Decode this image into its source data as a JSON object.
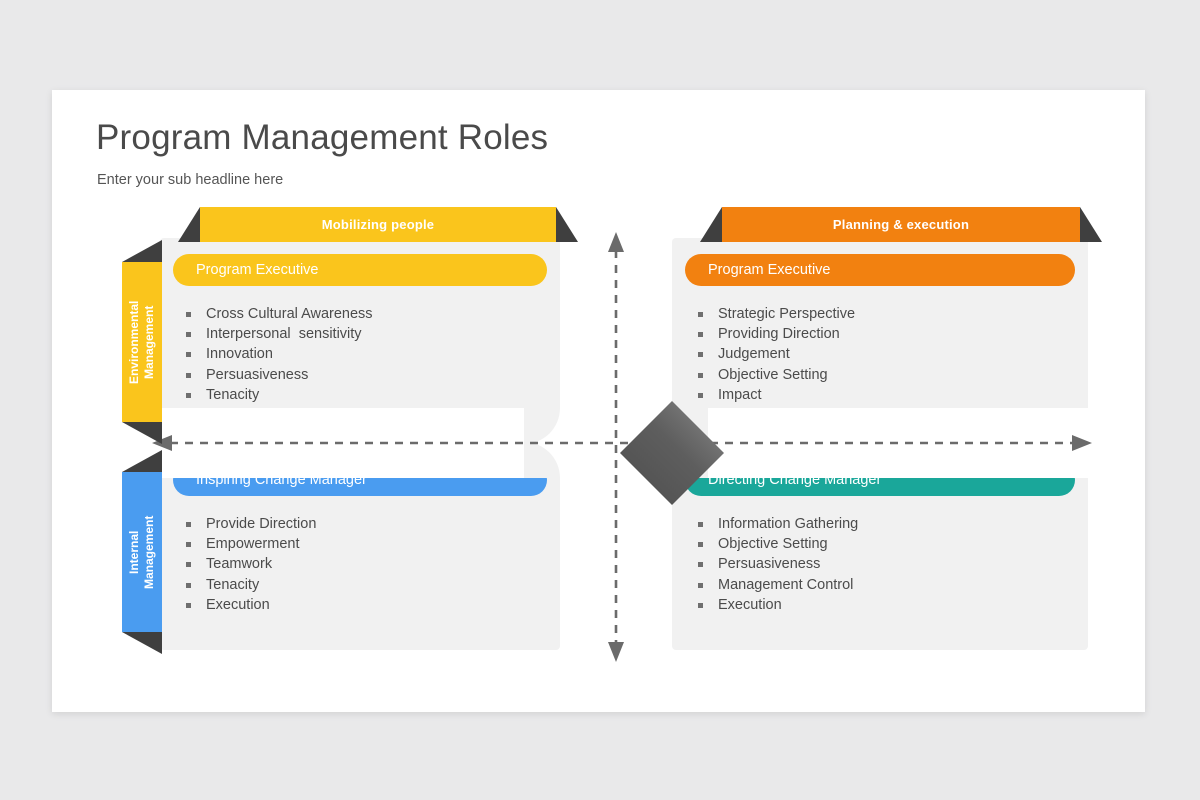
{
  "slide": {
    "title": "Program Management Roles",
    "subtitle": "Enter your sub headline here"
  },
  "colors": {
    "yellow": "#fac51c",
    "orange": "#f28110",
    "blue": "#4a9cf0",
    "teal": "#1aa79a",
    "panel": "#f1f1f1",
    "diamond_dark": "#4a4a4a",
    "diamond_light": "#7d7d7d",
    "ribbon_tail": "#3f3f3f",
    "text": "#4b4b4b",
    "background": "#e9e9ea"
  },
  "column_banners": [
    {
      "label": "Mobilizing people",
      "color": "#fac51c"
    },
    {
      "label": "Planning & execution",
      "color": "#f28110"
    }
  ],
  "row_labels": [
    {
      "line1": "Environmental",
      "line2": "Management",
      "label": "Environmental\nManagement",
      "color": "#fac51c"
    },
    {
      "line1": "Internal",
      "line2": "Management",
      "label": "Internal\nManagement",
      "color": "#4a9cf0"
    }
  ],
  "quadrants": {
    "top_left": {
      "role": "Program Executive",
      "color": "#fac51c",
      "items": [
        "Cross Cultural Awareness",
        "Interpersonal  sensitivity",
        "Innovation",
        "Persuasiveness",
        "Tenacity"
      ]
    },
    "top_right": {
      "role": "Program Executive",
      "color": "#f28110",
      "items": [
        "Strategic Perspective",
        "Providing Direction",
        "Judgement",
        "Objective Setting",
        "Impact"
      ]
    },
    "bottom_left": {
      "role": "Inspiring Change Manager",
      "color": "#4a9cf0",
      "items": [
        "Provide Direction",
        "Empowerment",
        "Teamwork",
        "Tenacity",
        "Execution"
      ]
    },
    "bottom_right": {
      "role": "Directing Change Manager",
      "color": "#1aa79a",
      "items": [
        "Information Gathering",
        "Objective Setting",
        "Persuasiveness",
        "Management Control",
        "Execution"
      ]
    }
  },
  "axes": {
    "vertical_icon": "double-headed-dashed-arrow-vertical",
    "horizontal_icon": "double-headed-dashed-arrow-horizontal",
    "center_icon": "diamond-shape"
  }
}
